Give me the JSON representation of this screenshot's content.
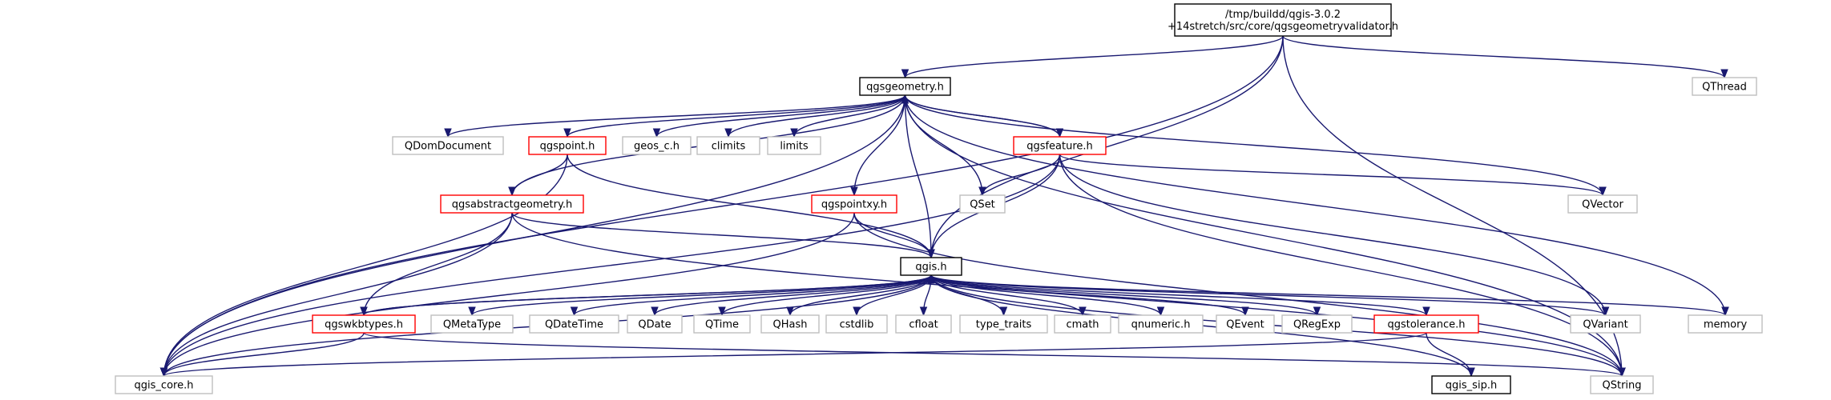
{
  "colors": {
    "edge": "#191970",
    "border_external": "#bfbfbf",
    "border_documented": "#ff0000",
    "border_root": "#000000",
    "root_fill": "#bfbfbf",
    "background": "#ffffff"
  },
  "nodes": [
    {
      "id": "root",
      "label": "/tmp/buildd/qgis-3.0.2\n+14stretch/src/core/qgsgeometryvalidator.h",
      "kind": "root"
    },
    {
      "id": "qgsgeometry",
      "label": "qgsgeometry.h",
      "kind": "documented"
    },
    {
      "id": "qthread",
      "label": "QThread",
      "kind": "external"
    },
    {
      "id": "qdomdocument",
      "label": "QDomDocument",
      "kind": "external"
    },
    {
      "id": "qgspoint",
      "label": "qgspoint.h",
      "kind": "documented_red"
    },
    {
      "id": "geos_c",
      "label": "geos_c.h",
      "kind": "external"
    },
    {
      "id": "climits",
      "label": "climits",
      "kind": "external"
    },
    {
      "id": "limits",
      "label": "limits",
      "kind": "external"
    },
    {
      "id": "qgsfeature",
      "label": "qgsfeature.h",
      "kind": "documented_red"
    },
    {
      "id": "qset",
      "label": "QSet",
      "kind": "external"
    },
    {
      "id": "qvector",
      "label": "QVector",
      "kind": "external"
    },
    {
      "id": "qgsabstractgeometry",
      "label": "qgsabstractgeometry.h",
      "kind": "documented_red"
    },
    {
      "id": "qgspointxy",
      "label": "qgspointxy.h",
      "kind": "documented_red"
    },
    {
      "id": "qgis",
      "label": "qgis.h",
      "kind": "documented"
    },
    {
      "id": "qgswkbtypes",
      "label": "qgswkbtypes.h",
      "kind": "documented_red"
    },
    {
      "id": "qmetatype",
      "label": "QMetaType",
      "kind": "external"
    },
    {
      "id": "qdatetime",
      "label": "QDateTime",
      "kind": "external"
    },
    {
      "id": "qdate",
      "label": "QDate",
      "kind": "external"
    },
    {
      "id": "qtime",
      "label": "QTime",
      "kind": "external"
    },
    {
      "id": "qhash",
      "label": "QHash",
      "kind": "external"
    },
    {
      "id": "cstdlib",
      "label": "cstdlib",
      "kind": "external"
    },
    {
      "id": "cfloat",
      "label": "cfloat",
      "kind": "external"
    },
    {
      "id": "type_traits",
      "label": "type_traits",
      "kind": "external"
    },
    {
      "id": "cmath",
      "label": "cmath",
      "kind": "external"
    },
    {
      "id": "qnumeric",
      "label": "qnumeric.h",
      "kind": "external"
    },
    {
      "id": "qevent",
      "label": "QEvent",
      "kind": "external"
    },
    {
      "id": "qregexp",
      "label": "QRegExp",
      "kind": "external"
    },
    {
      "id": "qgstolerance",
      "label": "qgstolerance.h",
      "kind": "documented_red"
    },
    {
      "id": "qvariant",
      "label": "QVariant",
      "kind": "external"
    },
    {
      "id": "memory",
      "label": "memory",
      "kind": "external"
    },
    {
      "id": "qgis_core",
      "label": "qgis_core.h",
      "kind": "external"
    },
    {
      "id": "qgis_sip",
      "label": "qgis_sip.h",
      "kind": "documented"
    },
    {
      "id": "qstring",
      "label": "QString",
      "kind": "external"
    }
  ],
  "edges": [
    [
      "root",
      "qgsgeometry"
    ],
    [
      "root",
      "qthread"
    ],
    [
      "root",
      "qgis_core"
    ],
    [
      "root",
      "qgis"
    ],
    [
      "root",
      "qstring"
    ],
    [
      "qgsgeometry",
      "qdomdocument"
    ],
    [
      "qgsgeometry",
      "qgspoint"
    ],
    [
      "qgsgeometry",
      "geos_c"
    ],
    [
      "qgsgeometry",
      "climits"
    ],
    [
      "qgsgeometry",
      "limits"
    ],
    [
      "qgsgeometry",
      "qgsfeature"
    ],
    [
      "qgsgeometry",
      "qset"
    ],
    [
      "qgsgeometry",
      "qvector"
    ],
    [
      "qgsgeometry",
      "qgsabstractgeometry"
    ],
    [
      "qgsgeometry",
      "qgspointxy"
    ],
    [
      "qgsgeometry",
      "qgis"
    ],
    [
      "qgsgeometry",
      "memory"
    ],
    [
      "qgsgeometry",
      "qgis_core"
    ],
    [
      "qgsgeometry",
      "qstring"
    ],
    [
      "qgspoint",
      "qgsabstractgeometry"
    ],
    [
      "qgspoint",
      "qgis"
    ],
    [
      "qgspoint",
      "qgis_core"
    ],
    [
      "qgsfeature",
      "qgsgeometry"
    ],
    [
      "qgsfeature",
      "qset"
    ],
    [
      "qgsfeature",
      "qvector"
    ],
    [
      "qgsfeature",
      "qgis"
    ],
    [
      "qgsfeature",
      "qvariant"
    ],
    [
      "qgsfeature",
      "qstring"
    ],
    [
      "qgsfeature",
      "qgis_core"
    ],
    [
      "qgsabstractgeometry",
      "qgswkbtypes"
    ],
    [
      "qgsabstractgeometry",
      "qgis"
    ],
    [
      "qgsabstractgeometry",
      "qgis_core"
    ],
    [
      "qgsabstractgeometry",
      "qstring"
    ],
    [
      "qgspointxy",
      "qgis"
    ],
    [
      "qgspointxy",
      "qgis_core"
    ],
    [
      "qgspointxy",
      "qstring"
    ],
    [
      "qgis",
      "qgswkbtypes"
    ],
    [
      "qgis",
      "qmetatype"
    ],
    [
      "qgis",
      "qdatetime"
    ],
    [
      "qgis",
      "qdate"
    ],
    [
      "qgis",
      "qtime"
    ],
    [
      "qgis",
      "qhash"
    ],
    [
      "qgis",
      "cstdlib"
    ],
    [
      "qgis",
      "cfloat"
    ],
    [
      "qgis",
      "type_traits"
    ],
    [
      "qgis",
      "cmath"
    ],
    [
      "qgis",
      "qnumeric"
    ],
    [
      "qgis",
      "qevent"
    ],
    [
      "qgis",
      "qregexp"
    ],
    [
      "qgis",
      "qgstolerance"
    ],
    [
      "qgis",
      "qvariant"
    ],
    [
      "qgis",
      "memory"
    ],
    [
      "qgis",
      "qgis_core"
    ],
    [
      "qgis",
      "qgis_sip"
    ],
    [
      "qgis",
      "qstring"
    ],
    [
      "qgswkbtypes",
      "qgis"
    ],
    [
      "qgswkbtypes",
      "qgis_core"
    ],
    [
      "qgswkbtypes",
      "qstring"
    ],
    [
      "qgstolerance",
      "qgis_core"
    ],
    [
      "qgstolerance",
      "qgis_sip"
    ]
  ]
}
